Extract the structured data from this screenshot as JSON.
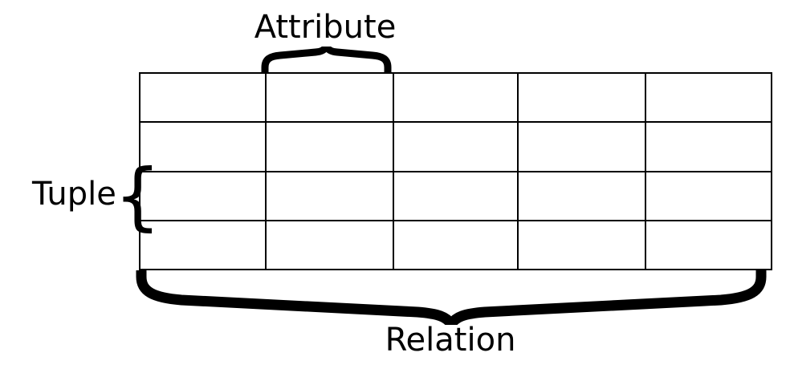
{
  "diagram": {
    "title_concept": "relational-table-terminology",
    "labels": {
      "attribute": "Attribute",
      "tuple": "Tuple",
      "relation": "Relation"
    },
    "colors": {
      "attribute_highlight": "#7fe0e0",
      "tuple_highlight": "#9090ff",
      "intersection_highlight": "#4aace3",
      "cell_background": "#ffffff",
      "border": "#000000",
      "text": "#000000"
    },
    "table": {
      "columns": 5,
      "rows": 4,
      "highlighted_column_index": 1,
      "highlighted_row_index": 2,
      "cells": [
        [
          "",
          "",
          "",
          "",
          ""
        ],
        [
          "",
          "",
          "",
          "",
          ""
        ],
        [
          "",
          "",
          "",
          "",
          ""
        ],
        [
          "",
          "",
          "",
          "",
          ""
        ]
      ]
    },
    "annotations": [
      {
        "name": "attribute-brace",
        "orientation": "down",
        "spans": "column-2"
      },
      {
        "name": "tuple-brace",
        "orientation": "right",
        "spans": "row-3"
      },
      {
        "name": "relation-brace",
        "orientation": "down",
        "spans": "full-table"
      }
    ]
  }
}
